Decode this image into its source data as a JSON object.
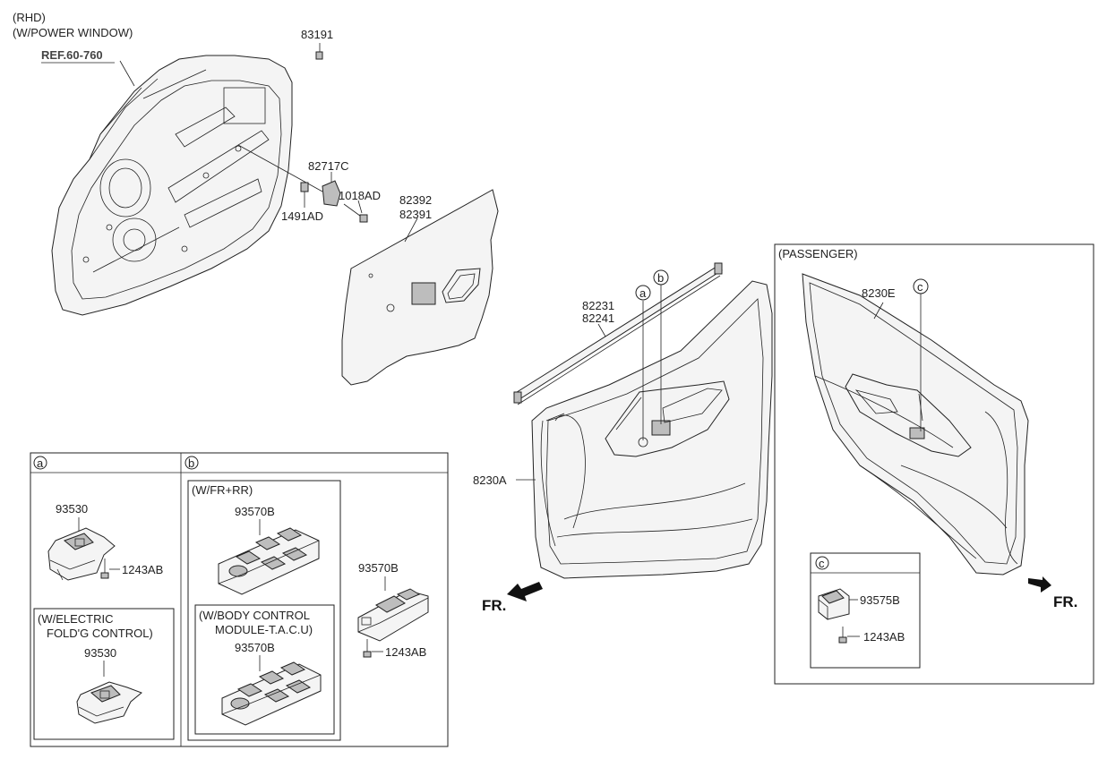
{
  "header": {
    "line1": "(RHD)",
    "line2": "(W/POWER WINDOW)"
  },
  "refs": {
    "door_ref": "REF.60-760"
  },
  "parts": {
    "p83191": "83191",
    "p82717C": "82717C",
    "p1018AD": "1018AD",
    "p1491AD": "1491AD",
    "p82392": "82392",
    "p82391": "82391",
    "p82231": "82231",
    "p82241": "82241",
    "p8230A": "8230A",
    "p8230E": "8230E",
    "p93530": "93530",
    "p1243AB": "1243AB",
    "p93570B": "93570B",
    "p93575B": "93575B"
  },
  "markers": {
    "a": "a",
    "b": "b",
    "c": "c"
  },
  "panels": {
    "passenger": "(PASSENGER)",
    "electric_l1": "(W/ELECTRIC",
    "electric_l2": "FOLD'G CONTROL)",
    "fr_rr": "(W/FR+RR)",
    "body_l1": "(W/BODY CONTROL",
    "body_l2": "MODULE-T.A.C.U)"
  },
  "direction": {
    "front": "FR."
  }
}
